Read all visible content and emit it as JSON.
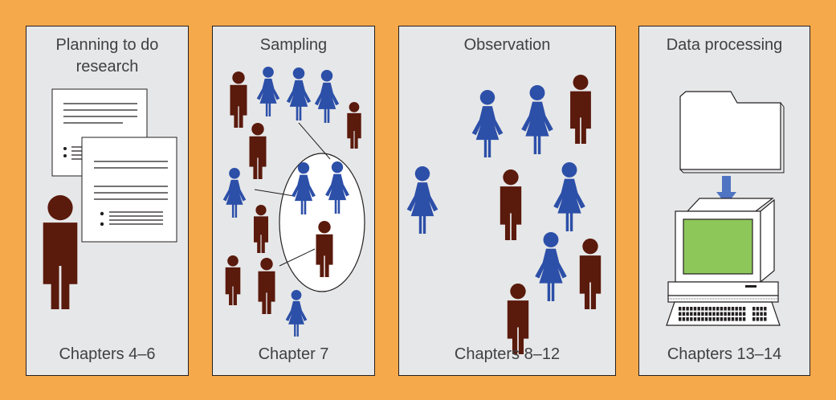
{
  "colors": {
    "background": "#f5a94a",
    "panel": "#e6e7e8",
    "man": "#5a1a0c",
    "woman": "#2c4fa8",
    "screen": "#8dc75a",
    "arrow": "#4f74c2"
  },
  "panels": [
    {
      "title": "Planning to do research",
      "caption": "Chapters 4–6"
    },
    {
      "title": "Sampling",
      "caption": "Chapter 7"
    },
    {
      "title": "Observation",
      "caption": "Chapters 8–12"
    },
    {
      "title": "Data processing",
      "caption": "Chapters 13–14"
    }
  ]
}
